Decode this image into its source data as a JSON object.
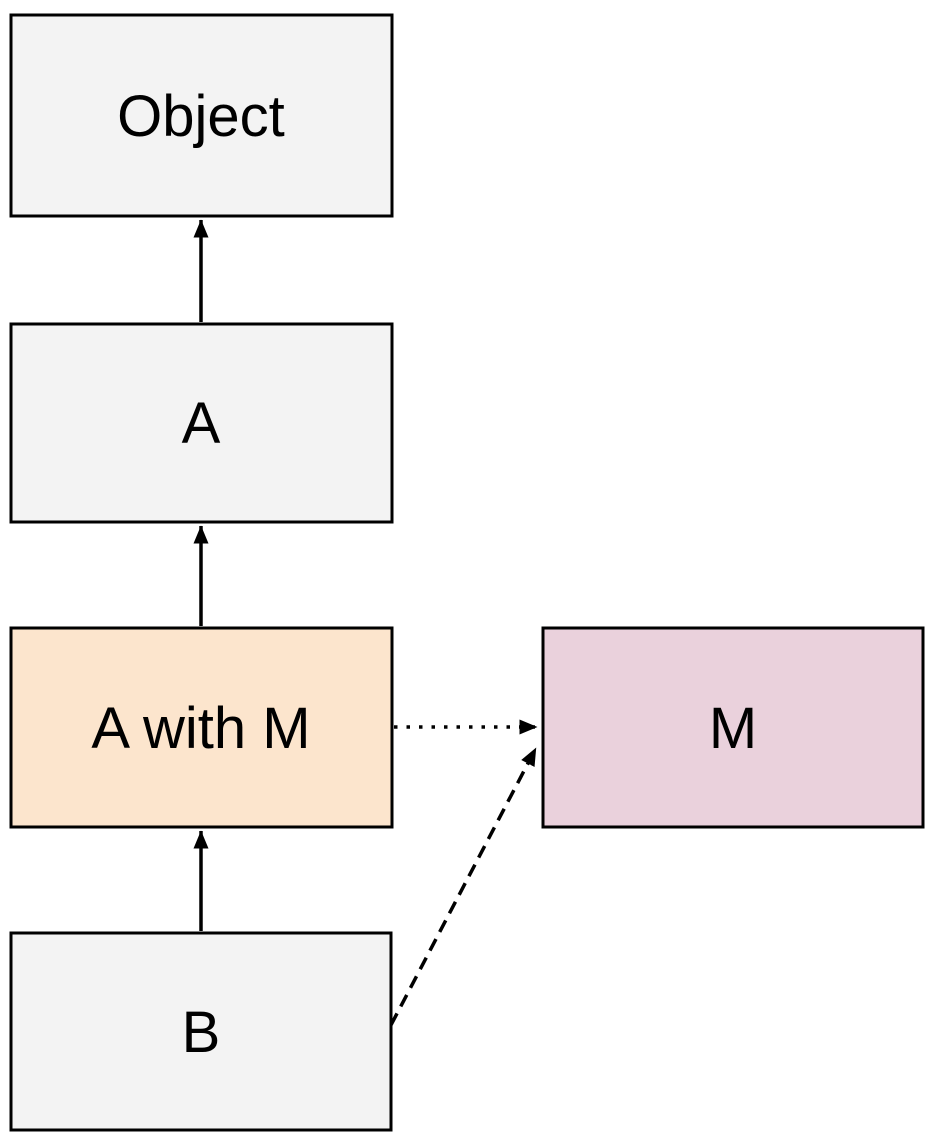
{
  "diagram": {
    "description": "Class hierarchy diagram with mixin",
    "nodes": [
      {
        "id": "object",
        "label": "Object",
        "fill": "#f3f3f3"
      },
      {
        "id": "a",
        "label": "A",
        "fill": "#f3f3f3"
      },
      {
        "id": "a-with-m",
        "label": "A with M",
        "fill": "#fce5cd"
      },
      {
        "id": "b",
        "label": "B",
        "fill": "#f3f3f3"
      },
      {
        "id": "m",
        "label": "M",
        "fill": "#ead1dc"
      }
    ],
    "edges": [
      {
        "from": "a",
        "to": "object",
        "style": "solid"
      },
      {
        "from": "a-with-m",
        "to": "a",
        "style": "solid"
      },
      {
        "from": "b",
        "to": "a-with-m",
        "style": "solid"
      },
      {
        "from": "a-with-m",
        "to": "m",
        "style": "dotted"
      },
      {
        "from": "b",
        "to": "m",
        "style": "dashed"
      }
    ],
    "colors": {
      "border": "#000000",
      "arrow": "#000000",
      "background": "#ffffff",
      "gray_node": "#f3f3f3",
      "peach_node": "#fce5cd",
      "pink_node": "#ead1dc"
    }
  }
}
